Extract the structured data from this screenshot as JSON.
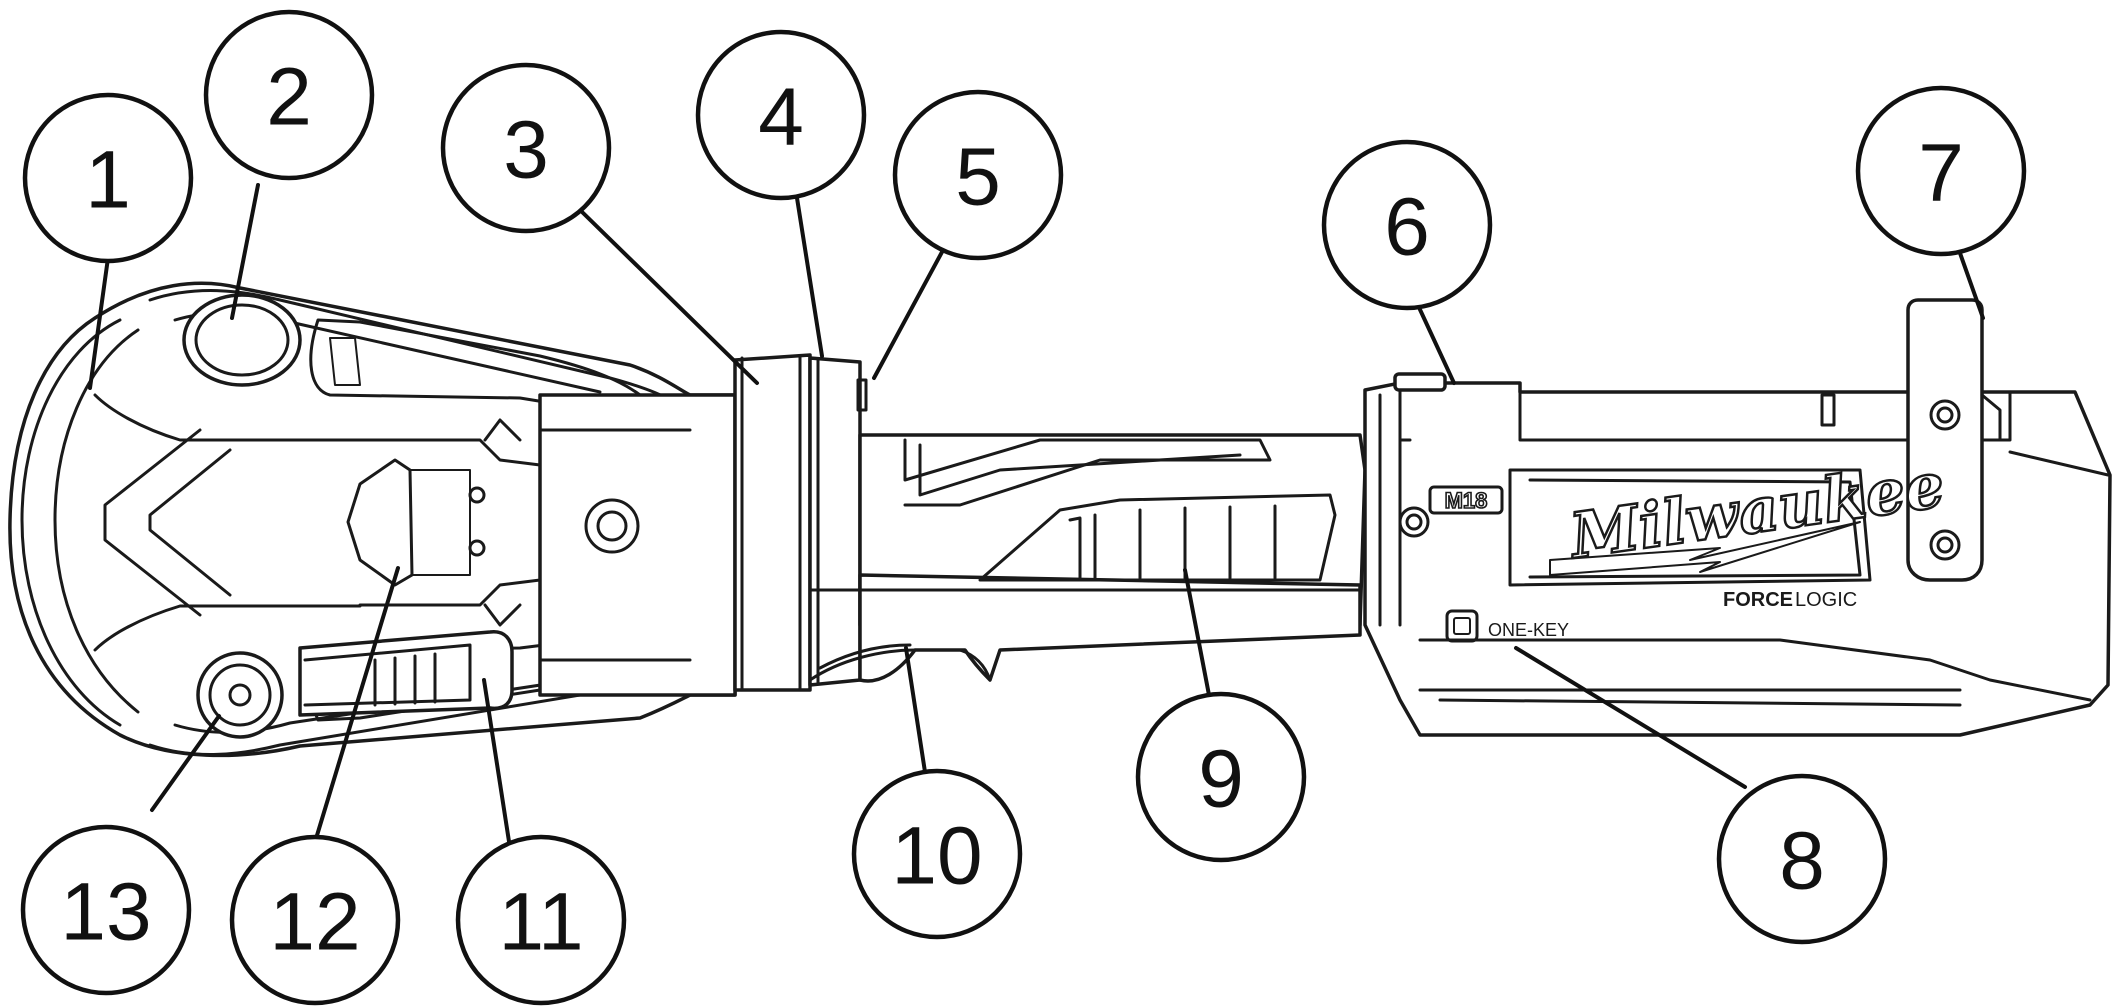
{
  "diagram": {
    "labels": {
      "brand": "Milwaukee",
      "platform": "M18",
      "forcelogic_a": "FORCE",
      "forcelogic_b": "LOGIC",
      "onekey": "ONE-KEY"
    },
    "callouts": [
      {
        "id": "c1",
        "number": "1"
      },
      {
        "id": "c2",
        "number": "2"
      },
      {
        "id": "c3",
        "number": "3"
      },
      {
        "id": "c4",
        "number": "4"
      },
      {
        "id": "c5",
        "number": "5"
      },
      {
        "id": "c6",
        "number": "6"
      },
      {
        "id": "c7",
        "number": "7"
      },
      {
        "id": "c8",
        "number": "8"
      },
      {
        "id": "c9",
        "number": "9"
      },
      {
        "id": "c10",
        "number": "10"
      },
      {
        "id": "c11",
        "number": "11"
      },
      {
        "id": "c12",
        "number": "12"
      },
      {
        "id": "c13",
        "number": "13"
      }
    ]
  }
}
